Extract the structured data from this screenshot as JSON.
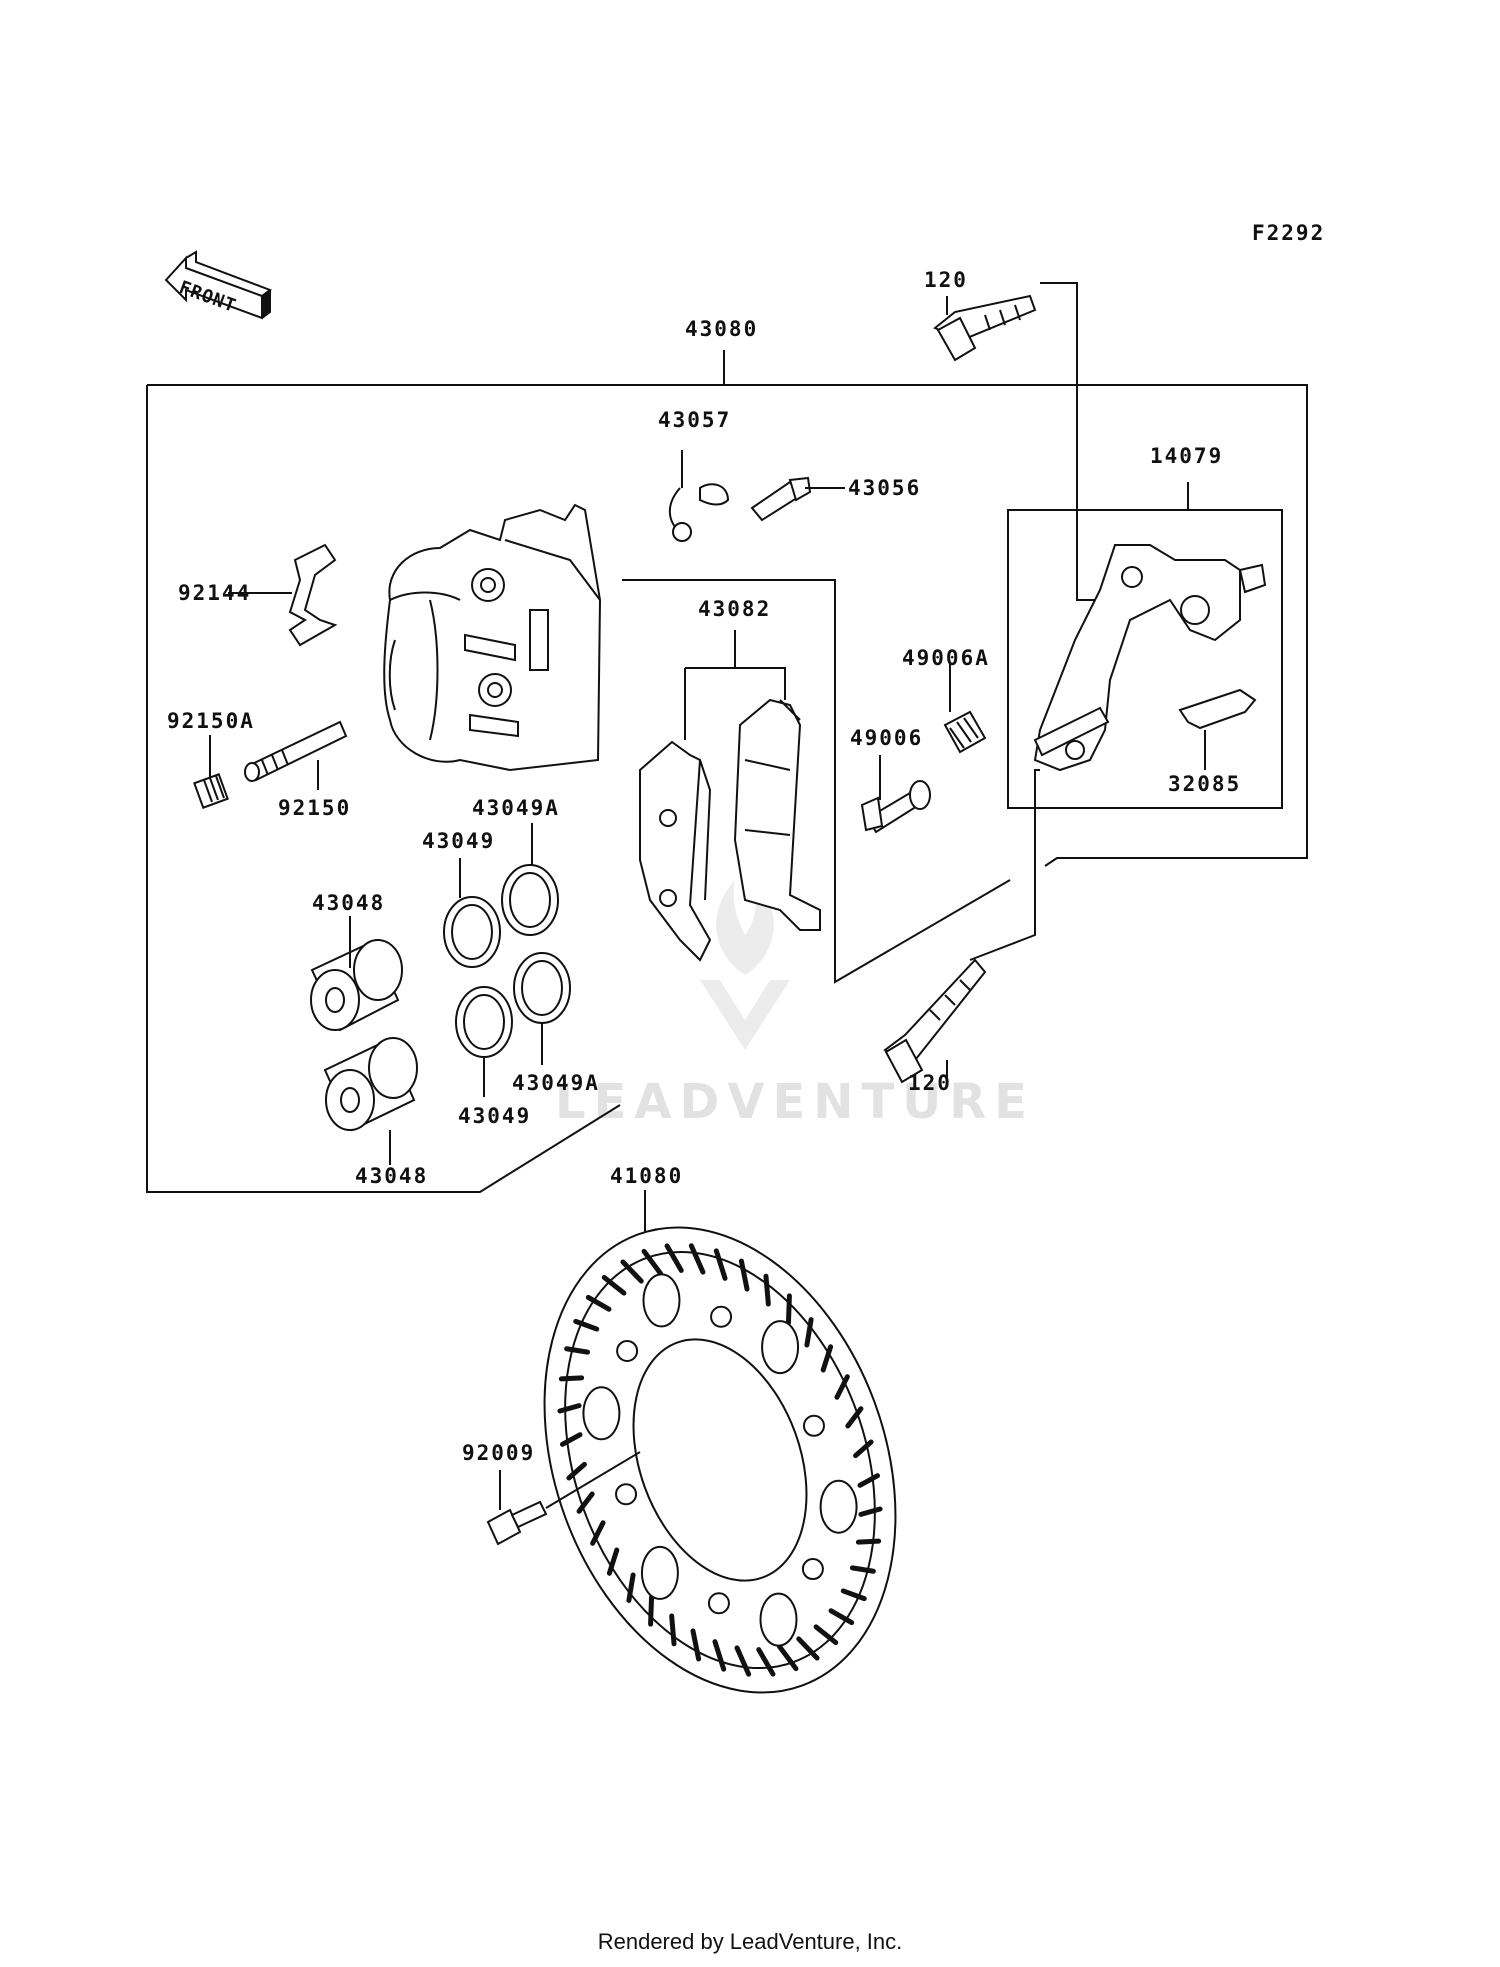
{
  "figure_code": "F2292",
  "front_arrow_label": "FRONT",
  "watermark": "LEADVENTURE",
  "footer": "Rendered by LeadVenture, Inc.",
  "labels": {
    "p120_top": "120",
    "p43080": "43080",
    "p43057": "43057",
    "p43056": "43056",
    "p14079": "14079",
    "p92144": "92144",
    "p43082": "43082",
    "p49006A": "49006A",
    "p92150A": "92150A",
    "p49006": "49006",
    "p32085": "32085",
    "p92150": "92150",
    "p43049A_top": "43049A",
    "p43049_top": "43049",
    "p43048_top": "43048",
    "p120_bottom": "120",
    "p43049A_bottom": "43049A",
    "p43049_bottom": "43049",
    "p43048_bottom": "43048",
    "p41080": "41080",
    "p92009": "92009"
  }
}
